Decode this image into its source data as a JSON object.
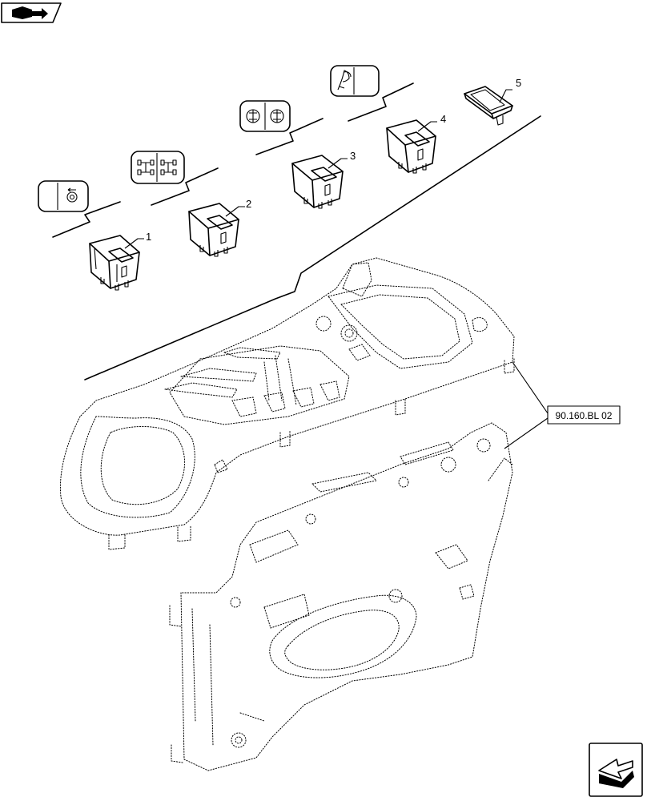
{
  "callouts": [
    {
      "id": "callout-1",
      "label": "1"
    },
    {
      "id": "callout-2",
      "label": "2"
    },
    {
      "id": "callout-3",
      "label": "3"
    },
    {
      "id": "callout-4",
      "label": "4"
    },
    {
      "id": "callout-5",
      "label": "5"
    }
  ],
  "reference": {
    "label": "90.160.BL 02"
  },
  "icons": {
    "top_left": "book-arrow-icon",
    "bottom_right": "next-page-arrow-icon",
    "switch_1_symbol": "parking-brake-symbol-icon",
    "switch_2_symbol": "four-wheel-drive-symbol-icon",
    "switch_3_symbol": "work-light-symbol-icon",
    "switch_4_symbol": "beacon-symbol-icon"
  },
  "colors": {
    "line": "#000000",
    "background": "#ffffff"
  }
}
